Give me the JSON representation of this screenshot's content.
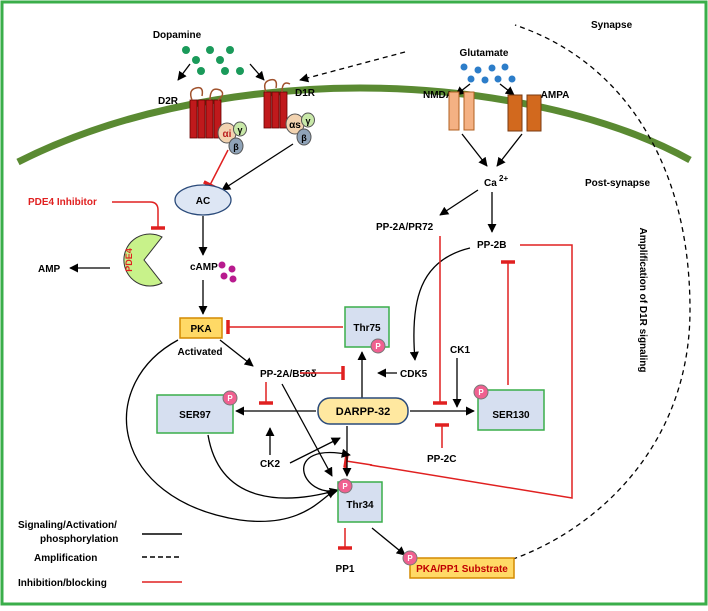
{
  "colors": {
    "frame": "#3aae4a",
    "membrane": "#5a8a32",
    "inhibit": "#e02020",
    "box_fill": "#d6dff0",
    "box_border": "#3aae4a",
    "pka_fill": "#ffd966",
    "phospho": "#f06090",
    "pde4": "#c8f28a"
  },
  "labels": {
    "synapse": "Synapse",
    "post_synapse": "Post-synapse",
    "dopamine": "Dopamine",
    "glutamate": "Glutamate",
    "d2r": "D2R",
    "d1r": "D1R",
    "nmda": "NMDA",
    "ampa": "AMPA",
    "alpha_i": "αi",
    "alpha_s": "αs",
    "gamma": "γ",
    "beta": "β",
    "ac": "AC",
    "camp": "cAMP",
    "amp": "AMP",
    "pde4": "PDE4",
    "pde4_inhibitor": "PDE4 Inhibitor",
    "pka": "PKA",
    "activated": "Activated",
    "thr75": "Thr75",
    "pp2a_b56": "PP-2A/B56δ",
    "cdk5": "CDK5",
    "ck1": "CK1",
    "ser97": "SER97",
    "ck2": "CK2",
    "darpp32": "DARPP-32",
    "ser130": "SER130",
    "pp2c": "PP-2C",
    "pp2a_pr72": "PP-2A/PR72",
    "pp2b": "PP-2B",
    "ca": "Ca",
    "ca_sup": "2+",
    "thr34": "Thr34",
    "pp1": "PP1",
    "substrate": "PKA/PP1 Substrate",
    "amplification_d1r": "Amplification of D1R signaling",
    "p": "P"
  },
  "legend": {
    "signaling": [
      "Signaling/Activation/",
      "phosphorylation"
    ],
    "amplification": "Amplification",
    "inhibition": "Inhibition/blocking"
  }
}
